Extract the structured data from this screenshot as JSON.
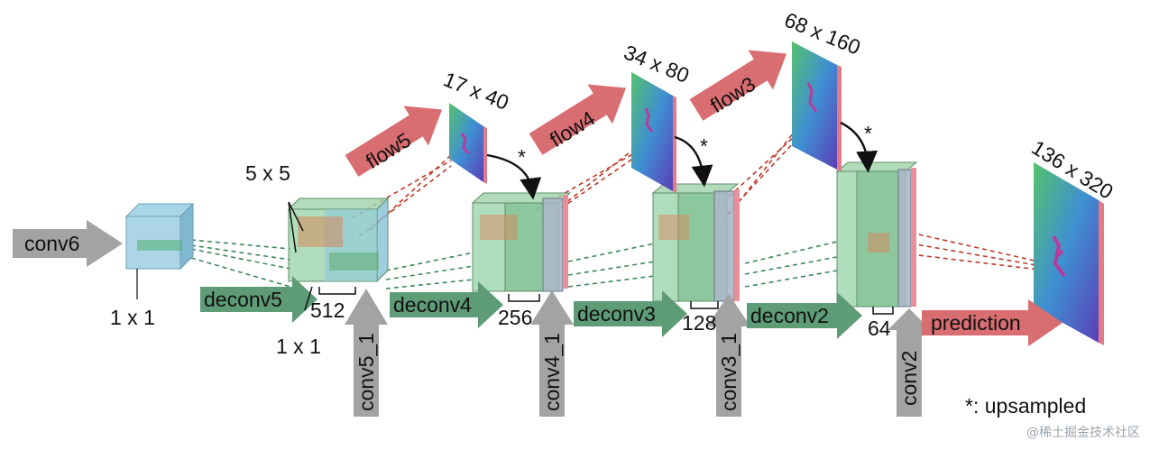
{
  "diagram": {
    "input_arrow": "conv6",
    "deconv_arrows": [
      "deconv5",
      "deconv4",
      "deconv3",
      "deconv2"
    ],
    "skip_arrows": [
      "conv5_1",
      "conv4_1",
      "conv3_1",
      "conv2"
    ],
    "flow_arrows": [
      "flow5",
      "flow4",
      "flow3"
    ],
    "prediction_arrow": "prediction",
    "size_labels": [
      "17 x 40",
      "34 x 80",
      "68 x 160",
      "136 x 320"
    ],
    "channel_labels": [
      "512",
      "256",
      "128",
      "64"
    ],
    "kernel_label": "5 x 5",
    "block_labels": [
      "1 x 1",
      "1 x 1"
    ],
    "upsample_marks": [
      "*",
      "*",
      "*"
    ],
    "legend": "*: upsampled",
    "watermark": "@稀土掘金技术社区"
  },
  "colors": {
    "gray_arrow": "#a3a3a3",
    "green_arrow": "#5e9c77",
    "red_arrow": "#d96e72",
    "cube_blue": "#8fc7de",
    "cube_green": "#7fc59b",
    "flow_grad": [
      "#4fbf74",
      "#3f8ed2",
      "#5541b6"
    ]
  }
}
